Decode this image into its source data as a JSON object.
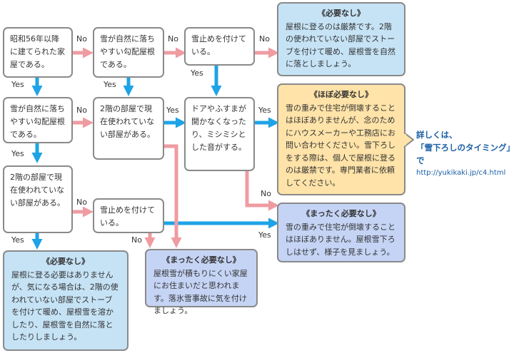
{
  "questions": {
    "q1": "昭和56年以降に建てられた家屋である。",
    "q2": "雪が自然に落ちやすい勾配屋根である。",
    "q3": "雪止めを付けている。",
    "q4": "雪が自然に落ちやすい勾配屋根である。",
    "q5": "2階の部屋で現在使われていない部屋がある。",
    "q6": "ドアやふすまが開かなくなったり、ミシミシとした音がする。",
    "q7": "2階の部屋で現在使われていない部屋がある。",
    "q8": "雪止めを付けている。"
  },
  "results": {
    "r_top": {
      "title": "《必要なし》",
      "text": "屋根に登るのは厳禁です。2階の使われていない部屋でストーブを付けて暖め、屋根雪を自然に落としましょう。"
    },
    "r_hobo": {
      "title": "《ほぼ必要なし》",
      "text": "雪の重みで住宅が倒壊することはほぼありませんが、念のためにハウスメーカーや工務店にお問い合わせください。雪下ろしをする際は、個人で屋根に登るのは厳禁です。専門業者に依頼してください。"
    },
    "r_mattaku_right": {
      "title": "《まったく必要なし》",
      "text": "雪の重みで住宅が倒壊することはほぼありません。屋根雪下ろしはせず、様子を見ましょう。"
    },
    "r_bottom_left": {
      "title": "《必要なし》",
      "text": "屋根に登る必要はありませんが、気になる場合は、2階の使われていない部屋でストーブを付けて暖め、屋根雪を溶かしたり、屋根雪を自然に落としたりしましょう。"
    },
    "r_bottom_mid": {
      "title": "《まったく必要なし》",
      "text": "屋根雪が積もりにくい家屋にお住まいだと思われます。落氷雪事故に気を付けましょう。"
    }
  },
  "labels": {
    "yes": "Yes",
    "no": "No"
  },
  "note": {
    "line1": "詳しくは、",
    "line2": "「雪下ろしのタイミング」で",
    "line3": "http://yukikaki.jp/c4.html"
  },
  "colors": {
    "yes_arrow": "#1ea3e6",
    "no_arrow": "#ef9ba2",
    "result_blue": "#c6e3f6",
    "result_yellow": "#ffe3a8",
    "result_lavender": "#c5d4f5"
  }
}
